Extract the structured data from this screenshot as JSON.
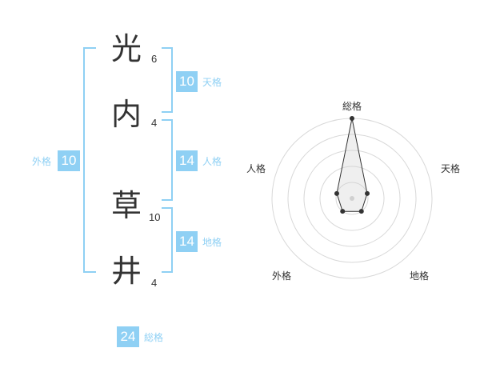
{
  "name_chars": [
    {
      "char": "光",
      "strokes": "6"
    },
    {
      "char": "内",
      "strokes": "4"
    },
    {
      "char": "草",
      "strokes": "10"
    },
    {
      "char": "井",
      "strokes": "4"
    }
  ],
  "kakusu": {
    "tenkaku": {
      "value": "10",
      "label": "天格"
    },
    "jinkaku": {
      "value": "14",
      "label": "人格"
    },
    "chikaku": {
      "value": "14",
      "label": "地格"
    },
    "gaikaku": {
      "value": "10",
      "label": "外格"
    },
    "soukaku": {
      "value": "24",
      "label": "総格"
    }
  },
  "radar": {
    "axes": [
      "総格",
      "天格",
      "地格",
      "外格",
      "人格"
    ],
    "scores": [
      5,
      1,
      1,
      1,
      1
    ],
    "max": 5
  },
  "colors": {
    "accent": "#8fd0f4",
    "text": "#333333",
    "grid": "#d8d8d8"
  }
}
